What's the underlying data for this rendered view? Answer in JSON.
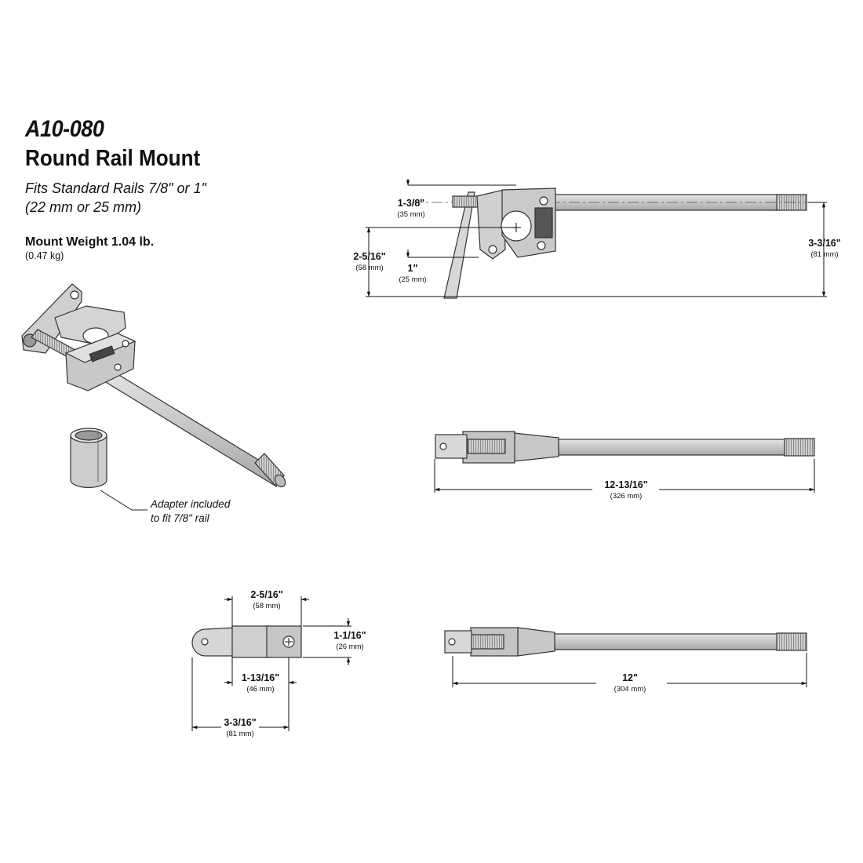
{
  "header": {
    "part_number": "A10-080",
    "product_name": "Round Rail Mount",
    "fits_line1": "Fits Standard Rails 7/8\" or 1\"",
    "fits_line2": "(22 mm or 25 mm)",
    "weight": "Mount Weight 1.04 lb.",
    "weight_metric": "(0.47 kg)"
  },
  "adapter_note": {
    "line1": "Adapter included",
    "line2": "to fit 7/8\" rail"
  },
  "side_view": {
    "d1": {
      "value": "1-3/8\"",
      "metric": "(35 mm)"
    },
    "d2": {
      "value": "2-5/16\"",
      "metric": "(58 mm)"
    },
    "d3": {
      "value": "1\"",
      "metric": "(25 mm)"
    },
    "d4": {
      "value": "3-3/16\"",
      "metric": "(81 mm)"
    }
  },
  "top_view": {
    "length": {
      "value": "12-13/16\"",
      "metric": "(326 mm)"
    }
  },
  "end_view": {
    "width_top": {
      "value": "2-5/16\"",
      "metric": "(58 mm)"
    },
    "height": {
      "value": "1-1/16\"",
      "metric": "(26 mm)"
    },
    "width_mid": {
      "value": "1-13/16\"",
      "metric": "(46 mm)"
    },
    "width_total": {
      "value": "3-3/16\"",
      "metric": "(81 mm)"
    }
  },
  "bottom_view": {
    "length": {
      "value": "12\"",
      "metric": "(304 mm)"
    }
  }
}
